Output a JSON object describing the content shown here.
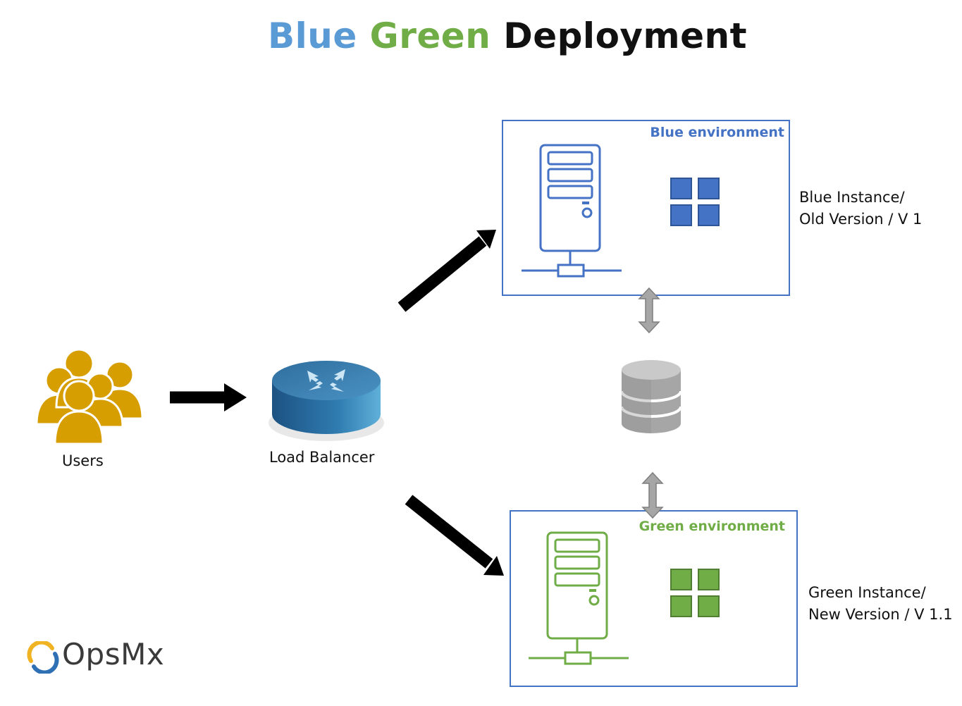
{
  "title": {
    "word1": "Blue",
    "word2": "Green",
    "word3": "Deployment",
    "color_blue": "#5b9bd5",
    "color_green": "#70ad47",
    "color_dark": "#111111"
  },
  "nodes": {
    "users": {
      "label": "Users",
      "icon": "users-icon",
      "color": "#d69e00"
    },
    "load_balancer": {
      "label": "Load Balancer",
      "icon": "router-icon",
      "color": "#2f6e9e"
    },
    "database": {
      "icon": "database-icon",
      "color": "#a6a6a6"
    }
  },
  "blue_env": {
    "label": "Blue environment",
    "color": "#4472c4",
    "server_icon": "server-icon",
    "app_icon": "windows-grid-icon",
    "side_line1": "Blue Instance/",
    "side_line2": "Old Version / V 1"
  },
  "green_env": {
    "label": "Green environment",
    "color": "#70ad47",
    "server_icon": "server-icon",
    "app_icon": "windows-grid-icon",
    "side_line1": "Green Instance/",
    "side_line2": "New Version / V 1.1"
  },
  "logo": {
    "text": "OpsMx",
    "icon": "opsmx-logo-icon"
  }
}
